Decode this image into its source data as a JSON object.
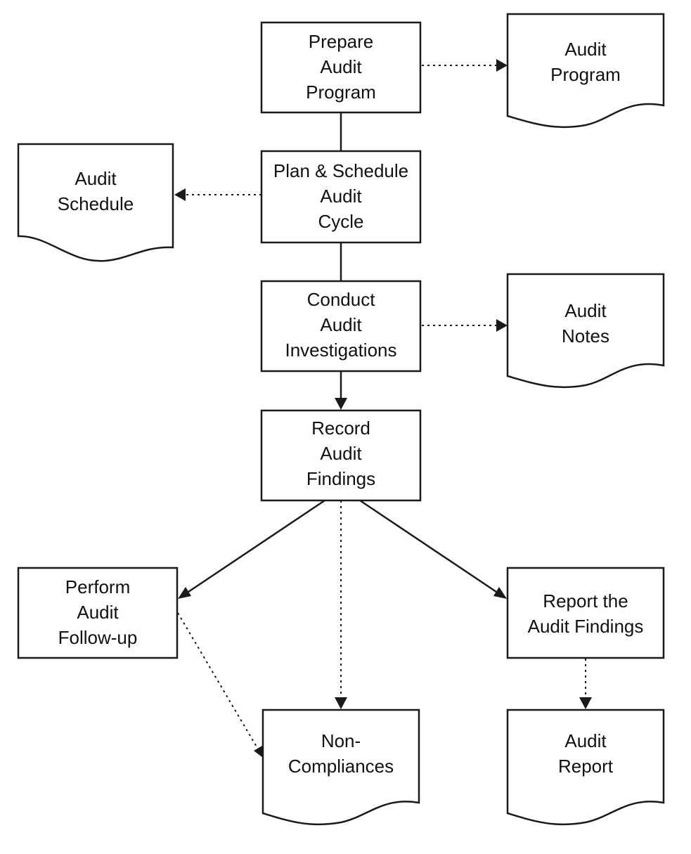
{
  "processes": {
    "prepare": {
      "lines": [
        "Prepare",
        "Audit",
        "Program"
      ]
    },
    "plan": {
      "lines": [
        "Plan & Schedule",
        "Audit",
        "Cycle"
      ]
    },
    "conduct": {
      "lines": [
        "Conduct",
        "Audit",
        "Investigations"
      ]
    },
    "record": {
      "lines": [
        "Record",
        "Audit",
        "Findings"
      ]
    },
    "followup": {
      "lines": [
        "Perform",
        "Audit",
        "Follow-up"
      ]
    },
    "report": {
      "lines": [
        "Report the",
        "Audit Findings"
      ]
    }
  },
  "documents": {
    "program": {
      "lines": [
        "Audit",
        "Program"
      ]
    },
    "schedule": {
      "lines": [
        "Audit",
        "Schedule"
      ]
    },
    "notes": {
      "lines": [
        "Audit",
        "Notes"
      ]
    },
    "noncompliances": {
      "lines": [
        "Non-",
        "Compliances"
      ]
    },
    "report": {
      "lines": [
        "Audit",
        "Report"
      ]
    }
  }
}
